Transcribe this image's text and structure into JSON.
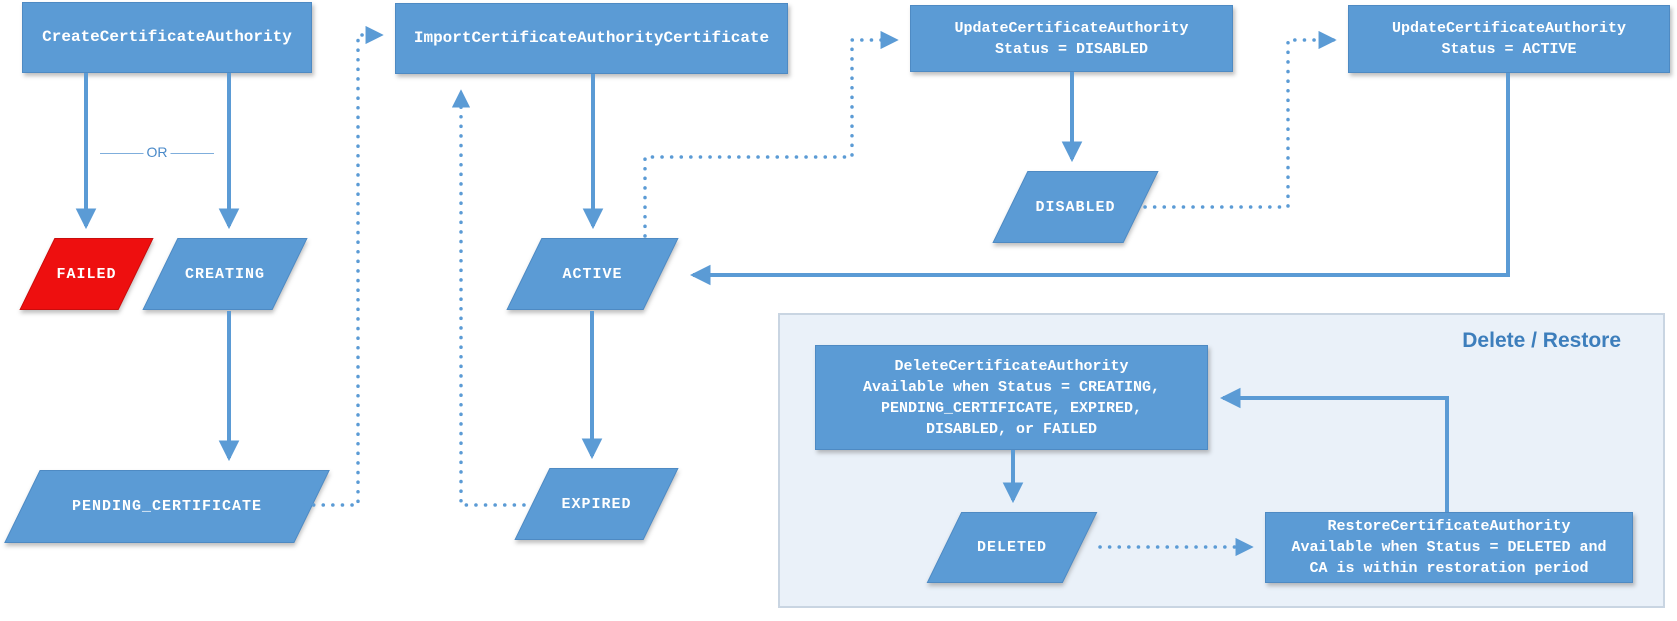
{
  "diagram": {
    "colors": {
      "accent_blue": "#5B9BD5",
      "failed_red": "#EE0F0F",
      "panel_background": "#EAF1F9",
      "panel_border": "#C9D5E2",
      "panel_label_blue": "#3D7EBC",
      "text_white": "#FFFFFF"
    },
    "actions": {
      "create": {
        "label": "CreateCertificateAuthority"
      },
      "import": {
        "label": "ImportCertificateAuthorityCertificate"
      },
      "update_disabled": {
        "line1": "UpdateCertificateAuthority",
        "line2": "Status = DISABLED"
      },
      "update_active": {
        "line1": "UpdateCertificateAuthority",
        "line2": "Status = ACTIVE"
      },
      "delete": {
        "line1": "DeleteCertificateAuthority",
        "line2": "Available when Status = CREATING,",
        "line3": "PENDING_CERTIFICATE, EXPIRED,",
        "line4": "DISABLED, or FAILED"
      },
      "restore": {
        "line1": "RestoreCertificateAuthority",
        "line2": "Available when Status = DELETED and",
        "line3": "CA is within restoration period"
      }
    },
    "states": {
      "failed": "FAILED",
      "creating": "CREATING",
      "pending_certificate": "PENDING_CERTIFICATE",
      "active": "ACTIVE",
      "expired": "EXPIRED",
      "disabled": "DISABLED",
      "deleted": "DELETED"
    },
    "labels": {
      "or": "OR",
      "panel_title": "Delete / Restore"
    }
  }
}
